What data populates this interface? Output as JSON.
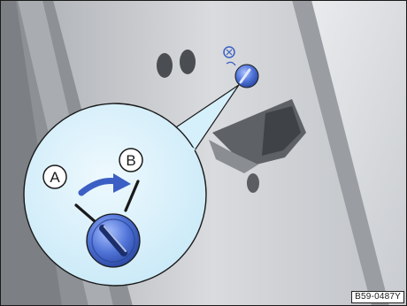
{
  "figure": {
    "label_a": "A",
    "label_b": "B",
    "reference_code": "B59-0487Y"
  },
  "colors": {
    "background": "#c5c8cc",
    "panel_light": "#e4e6e9",
    "panel_mid": "#b9bcc0",
    "door_edge": "#8e9297",
    "shadow": "#55585c",
    "lock_blue": "#3b5fc4",
    "lock_blue_light": "#7d9df0",
    "magnifier_fill": "#d6f0fb",
    "outline": "#1a1a1a"
  }
}
